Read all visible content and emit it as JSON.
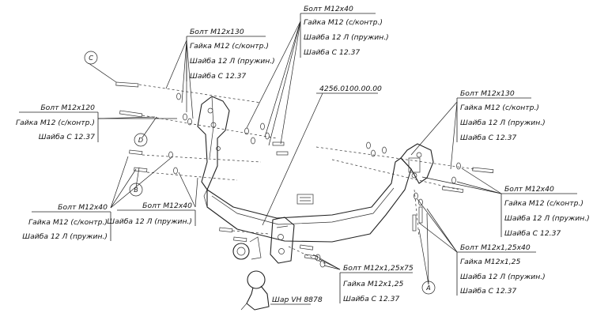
{
  "part_number": "4256.0100.00.00",
  "ball_label": "Шар VH 8878",
  "callouts": {
    "top_center": [
      "Болт  М12х40",
      "Гайка М12 (с/контр.)",
      "Шайба 12 Л (пружин.)",
      "Шайба С 12.37"
    ],
    "top_left": [
      "Болт  М12х130",
      "Гайка М12 (с/контр.)",
      "Шайба 12 Л (пружин.)",
      "Шайба С 12.37"
    ],
    "left_upper": [
      "Болт  М12х120",
      "Гайка М12 (с/контр.)",
      "Шайба С 12.37"
    ],
    "left_lower": [
      "Болт  М12х40",
      "Гайка М12 (с/контр.)",
      "Шайба 12 Л (пружин.)"
    ],
    "middle_left": [
      "Болт  М12х40",
      "Шайба 12 Л (пружин.)"
    ],
    "right_upper": [
      "Болт  М12х130",
      "Гайка М12 (с/контр.)",
      "Шайба 12 Л (пружин.)",
      "Шайба С 12.37"
    ],
    "right_middle": [
      "Болт  М12х40",
      "Гайка М12 (с/контр.)",
      "Шайба 12 Л (пружин.)",
      "Шайба С 12.37"
    ],
    "right_lower": [
      "Болт  М12х1,25х40",
      "Гайка М12х1,25",
      "Шайба 12 Л (пружин.)",
      "Шайба С 12.37"
    ],
    "bottom_center": [
      "Болт  М12х1,25х75",
      "Гайка М12х1,25",
      "Шайба С 12.37"
    ]
  },
  "detail_markers": [
    "C",
    "D",
    "B",
    "A"
  ]
}
